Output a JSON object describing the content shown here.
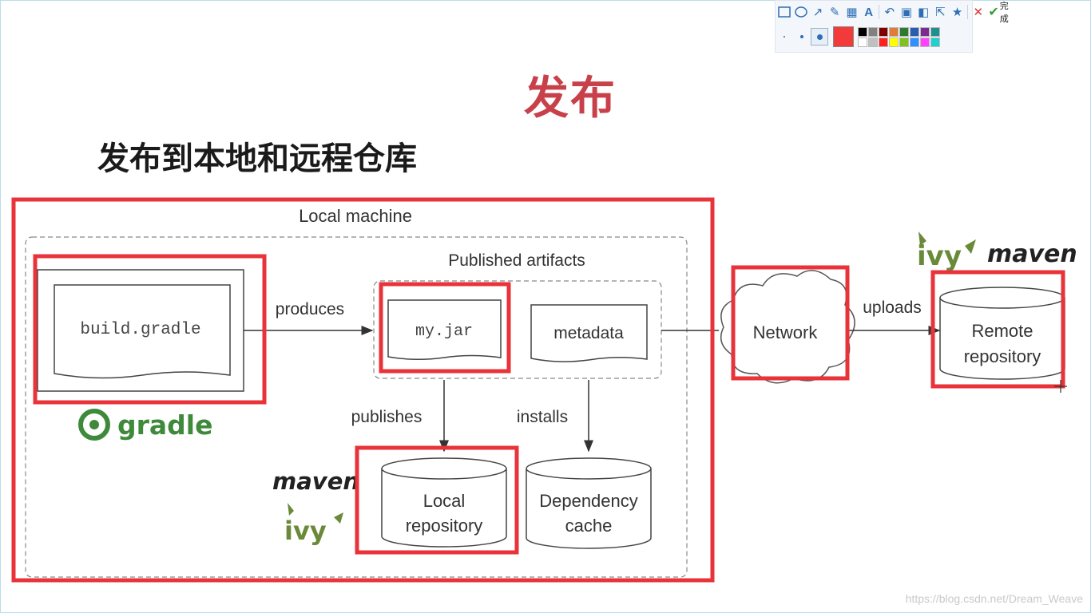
{
  "slide": {
    "title": "发布",
    "subtitle": "发布到本地和远程仓库"
  },
  "diagram": {
    "local_machine_label": "Local machine",
    "build_file": "build.gradle",
    "gradle_logo": "gradle",
    "produces_label": "produces",
    "published_artifacts_label": "Published artifacts",
    "jar_label": "my.jar",
    "metadata_label": "metadata",
    "publishes_label": "publishes",
    "installs_label": "installs",
    "local_repo_line1": "Local",
    "local_repo_line2": "repository",
    "dep_cache_line1": "Dependency",
    "dep_cache_line2": "cache",
    "network_label": "Network",
    "uploads_label": "uploads",
    "remote_repo_line1": "Remote",
    "remote_repo_line2": "repository",
    "maven_logo": "maven",
    "ivy_logo": "ivy"
  },
  "toolbar": {
    "done_label": "完成",
    "current_color": "#f23a3a",
    "palette": [
      "#000000",
      "#808080",
      "#800000",
      "#e07b39",
      "#2f7a2f",
      "#2a5db0",
      "#7b2a90",
      "#1f8f8f",
      "#ffffff",
      "#c0c0c0",
      "#ff2020",
      "#ffff00",
      "#80c020",
      "#3090ff",
      "#ff40ff",
      "#20d0d0"
    ],
    "icons": [
      "rectangle-icon",
      "ellipse-icon",
      "arrow-icon",
      "brush-icon",
      "mosaic-icon",
      "text-icon",
      "undo-icon",
      "save-icon",
      "pin-icon",
      "share-icon",
      "star-icon",
      "close-icon",
      "check-icon"
    ]
  },
  "watermark": "https://blog.csdn.net/Dream_Weave",
  "colors": {
    "title_red": "#c8414a",
    "highlight_red": "#e8333a",
    "gradle_green": "#3e8a3a",
    "maven_orange": "#e07b22"
  }
}
